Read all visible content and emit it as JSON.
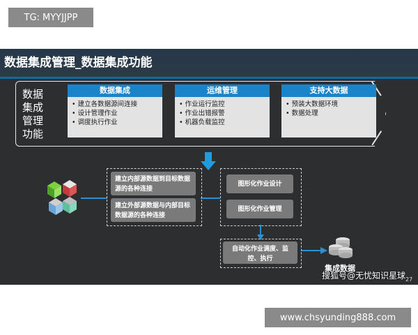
{
  "tg_badge": "TG: MYYJJPP",
  "slide_title": "数据集成管理_数据集成功能",
  "function_label": "数据集成管理功能",
  "panels": [
    {
      "title": "数据集成",
      "items": [
        "建立各数据源间连接",
        "设计管理作业",
        "调度执行作业"
      ]
    },
    {
      "title": "运维管理",
      "items": [
        "作业运行监控",
        "作业出错报警",
        "机器负载监控"
      ]
    },
    {
      "title": "支持大数据",
      "items": [
        "预装大数据环境",
        "数据处理"
      ]
    }
  ],
  "steps": {
    "connect_internal": "建立内部源数据到目标数据源的各种连接",
    "connect_external": "建立外部源数据与内部目标数据源的各种连接",
    "graphical_design": "图形化作业设计",
    "graphical_manage": "图形化作业管理",
    "auto_schedule": "自动化作业调度、监控、执行"
  },
  "result_label": "集成数据",
  "page_number": "27",
  "watermark": "搜狐号@无忧知识星球",
  "url_badge": "www.chsyunding888.com",
  "colors": {
    "panel_header": "#1b84c8",
    "connector": "#2b8fd1",
    "step_box": "#7a7a7a"
  },
  "icons": [
    "data-sources-cluster-icon",
    "database-stack-icon",
    "down-arrow-icon"
  ]
}
